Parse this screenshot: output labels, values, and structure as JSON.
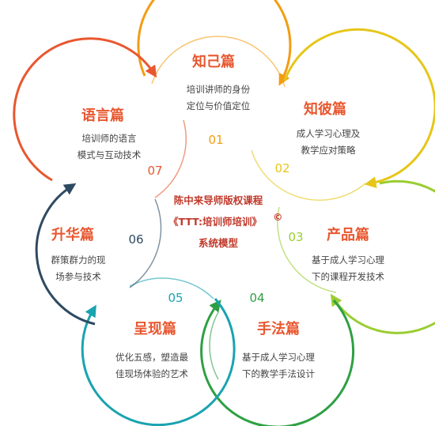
{
  "center": {
    "line1": "陈中来导师版权课程",
    "line2": "《TTT:培训师培训》",
    "copyright": "©",
    "line3": "系统模型"
  },
  "petals": [
    {
      "num": "01",
      "title": "知己篇",
      "desc1": "培训讲师的身份",
      "desc2": "定位与价值定位",
      "color": "#f39c12"
    },
    {
      "num": "02",
      "title": "知彼篇",
      "desc1": "成人学习心理及",
      "desc2": "教学应对策略",
      "color": "#e6c619"
    },
    {
      "num": "03",
      "title": "产品篇",
      "desc1": "基于成人学习心理",
      "desc2": "下的课程开发技术",
      "color": "#9acd32"
    },
    {
      "num": "04",
      "title": "手法篇",
      "desc1": "基于成人学习心理",
      "desc2": "下的教学手法设计",
      "color": "#2ea043"
    },
    {
      "num": "05",
      "title": "呈现篇",
      "desc1": "优化五感，塑造最",
      "desc2": "佳现场体验的艺术",
      "color": "#1aa3b0"
    },
    {
      "num": "06",
      "title": "升华篇",
      "desc1": "群策群力的现",
      "desc2": "场参与技术",
      "color": "#2e4a62"
    },
    {
      "num": "07",
      "title": "语言篇",
      "desc1": "培训师的语言",
      "desc2": "模式与互动技术",
      "color": "#e8572f"
    }
  ]
}
